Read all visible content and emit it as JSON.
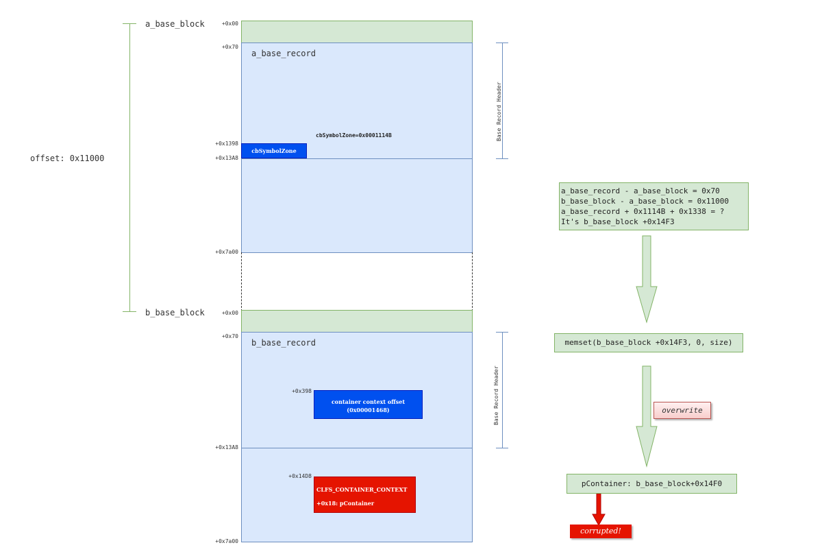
{
  "labels": {
    "a_base_block": "a_base_block",
    "b_base_block": "b_base_block",
    "offset": "offset: 0x11000",
    "a_base_record": "a_base_record",
    "b_base_record": "b_base_record",
    "cbSymbolZone_value": "cbSymbolZone=0x0001114B",
    "base_record_header": "Base Record Header"
  },
  "offsets": {
    "a_0x00": "+0x00",
    "a_0x70": "+0x70",
    "a_0x1398": "+0x1398",
    "a_0x13A8": "+0x13A8",
    "a_0x7a00": "+0x7a00",
    "b_0x00": "+0x00",
    "b_0x70": "+0x70",
    "b_0x398": "+0x398",
    "b_0x13A8": "+0x13A8",
    "b_0x14D8": "+0x14D8",
    "b_0x7a00": "+0x7a00"
  },
  "boxes": {
    "cbSymbolZone": "cbSymbolZone",
    "container_offset_line1": "container context offset",
    "container_offset_line2": "(0x00001468)",
    "clfs_line1": "CLFS_CONTAINER_CONTEXT",
    "clfs_line2": "+0x18: pContainer"
  },
  "notes": {
    "calc_lines": [
      "a_base_record - a_base_block = 0x70",
      "b_base_block - a_base_block = 0x11000",
      "a_base_record + 0x1114B + 0x1338 = ?",
      "It's b_base_block +0x14F3"
    ],
    "memset": "memset(b_base_block +0x14F3, 0, size)",
    "pcontainer": "pContainer: b_base_block+0x14F0",
    "overwrite": "overwrite",
    "corrupted": "corrupted!"
  },
  "colors": {
    "header_fill": "#d5e8d4",
    "record_fill": "#dae8fc",
    "blue_box": "#0050ef",
    "red_box": "#e51400"
  }
}
